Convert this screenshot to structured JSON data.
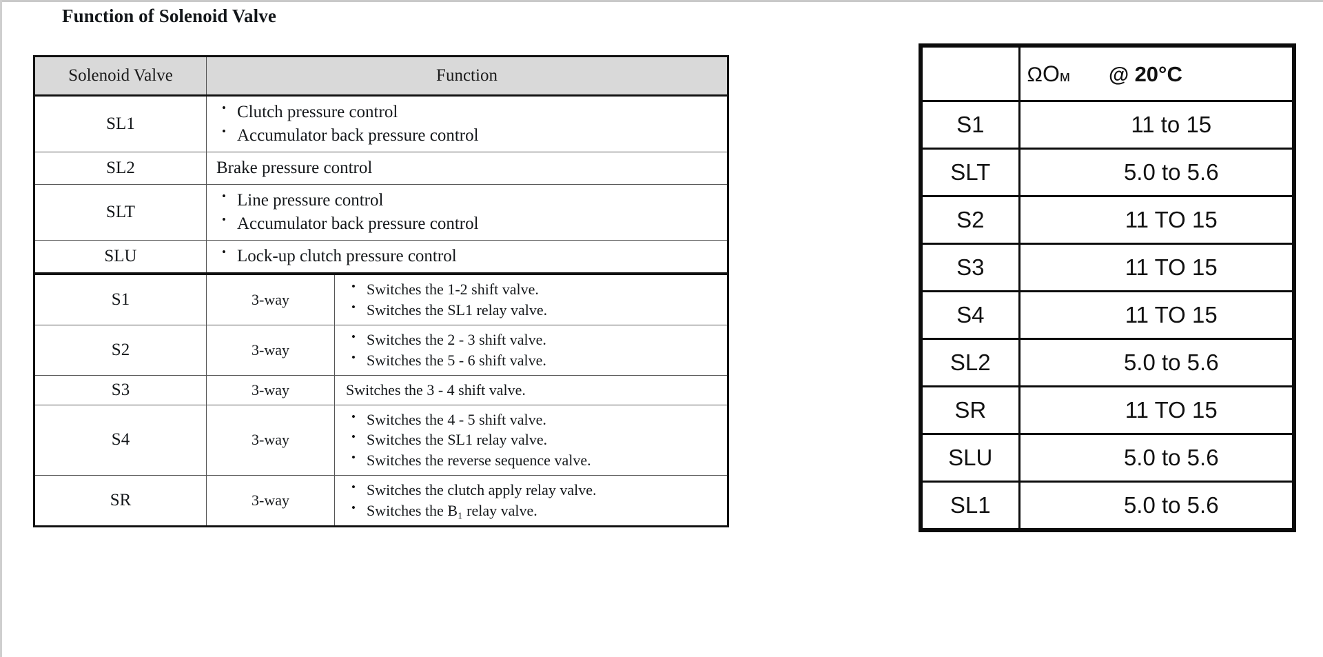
{
  "document": {
    "title": "Function of Solenoid Valve"
  },
  "function_table": {
    "headers": {
      "valve": "Solenoid Valve",
      "function": "Function"
    },
    "rows": [
      {
        "valve": "SL1",
        "way": null,
        "lines": [
          "Clutch pressure control",
          "Accumulator back pressure control"
        ],
        "bulleted": true
      },
      {
        "valve": "SL2",
        "way": null,
        "lines": [
          "Brake pressure control"
        ],
        "bulleted": false
      },
      {
        "valve": "SLT",
        "way": null,
        "lines": [
          "Line pressure control",
          "Accumulator back pressure control"
        ],
        "bulleted": true
      },
      {
        "valve": "SLU",
        "way": null,
        "lines": [
          "Lock-up clutch pressure control"
        ],
        "bulleted": true
      },
      {
        "valve": "S1",
        "way": "3-way",
        "lines": [
          "Switches the 1-2 shift valve.",
          "Switches the SL1 relay valve."
        ],
        "bulleted": true
      },
      {
        "valve": "S2",
        "way": "3-way",
        "lines": [
          "Switches the 2 - 3 shift valve.",
          "Switches the 5 - 6 shift valve."
        ],
        "bulleted": true
      },
      {
        "valve": "S3",
        "way": "3-way",
        "lines": [
          "Switches the 3 - 4 shift valve."
        ],
        "bulleted": false
      },
      {
        "valve": "S4",
        "way": "3-way",
        "lines": [
          "Switches the 4 - 5 shift valve.",
          "Switches the SL1 relay valve.",
          "Switches the reverse sequence valve."
        ],
        "bulleted": true
      },
      {
        "valve": "SR",
        "way": "3-way",
        "lines": [
          "Switches the clutch apply relay valve.",
          "Switches the B₁ relay valve."
        ],
        "bulleted": true
      }
    ]
  },
  "resistance_table": {
    "header": {
      "name_column": "",
      "unit_omega": "Ω",
      "unit_ohm": "O",
      "unit_ohm_suffix": "м",
      "unit_at": "@",
      "unit_temperature": "20°C"
    },
    "rows": [
      {
        "name": "S1",
        "value": "11 to 15"
      },
      {
        "name": "SLT",
        "value": "5.0 to 5.6"
      },
      {
        "name": "S2",
        "value": "11 TO 15"
      },
      {
        "name": "S3",
        "value": "11 TO 15"
      },
      {
        "name": "S4",
        "value": "11 TO 15"
      },
      {
        "name": "SL2",
        "value": "5.0 to 5.6"
      },
      {
        "name": "SR",
        "value": "11 TO 15"
      },
      {
        "name": "SLU",
        "value": "5.0 to 5.6"
      },
      {
        "name": "SL1",
        "value": "5.0 to 5.6"
      }
    ]
  }
}
